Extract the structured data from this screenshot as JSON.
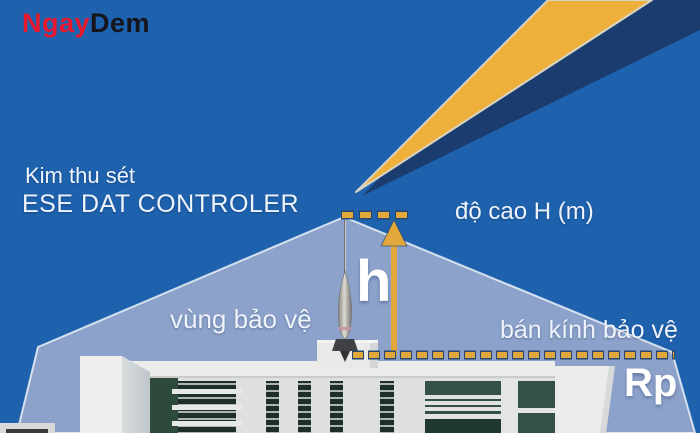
{
  "logo": {
    "part1": "Ngay",
    "part2": "Dem"
  },
  "annotations": {
    "rod_name_line1": "Kim thu sét",
    "rod_name_line2": "ESE DAT CONTROLER",
    "height_label": "độ cao H (m)",
    "zone_label": "vùng bảo vệ",
    "radius_label": "bán kính bảo vệ",
    "rod_height_symbol": "h",
    "radius_symbol": "Rp"
  },
  "colors": {
    "background": "#1E62AE",
    "bolt-gold": "#EFAF3B",
    "bolt-outline": "#D8D4C2",
    "shadow-navy": "#1A3C6E",
    "zone-fill": "#8CA2CB",
    "dash-gold": "#E2A83C",
    "dash-edge": "#27476F",
    "building-white": "#E9EAE8",
    "facade-white": "#DDE0DF",
    "glass-dark": "#1E3830",
    "glass-green": "#335146",
    "label-white": "#EFF3FB",
    "logo-red": "#E8192C",
    "logo-dark": "#15151B"
  }
}
